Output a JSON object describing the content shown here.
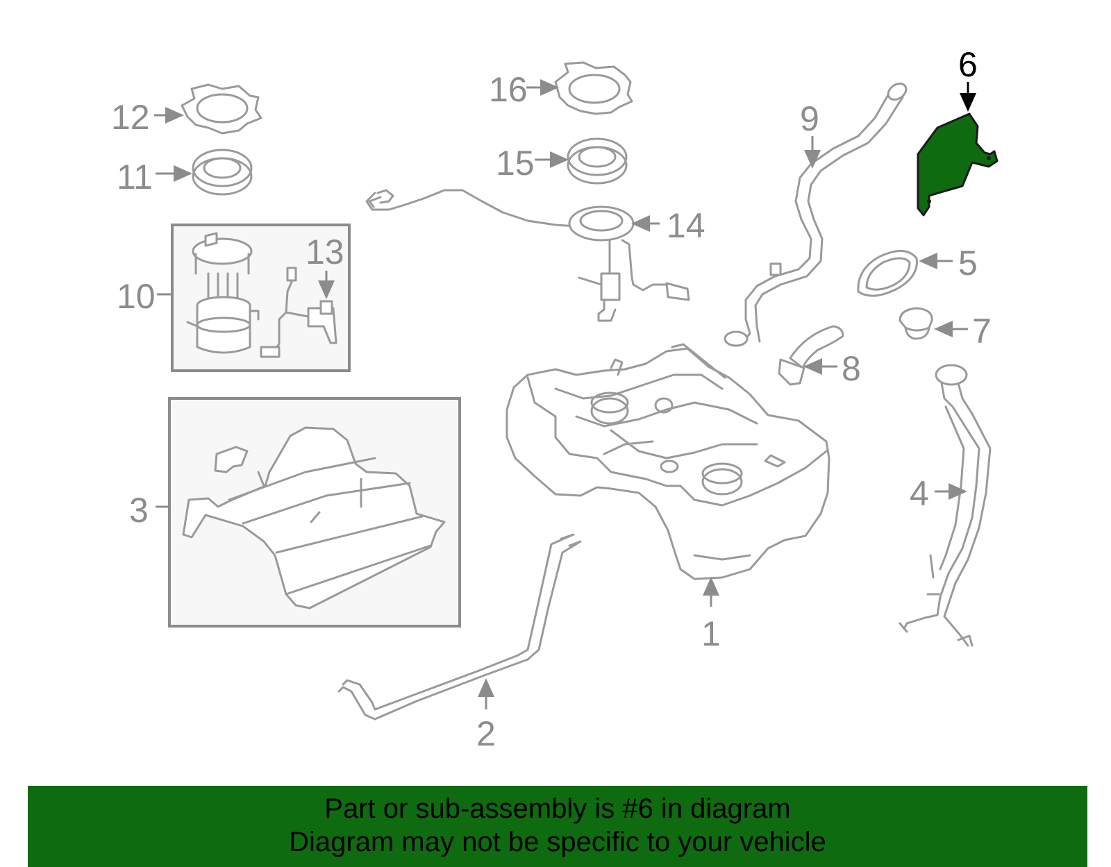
{
  "callouts": {
    "c1": "1",
    "c2": "2",
    "c3": "3",
    "c4": "4",
    "c5": "5",
    "c6": "6",
    "c7": "7",
    "c8": "8",
    "c9": "9",
    "c10": "10",
    "c11": "11",
    "c12": "12",
    "c13": "13",
    "c14": "14",
    "c15": "15",
    "c16": "16"
  },
  "highlight": {
    "part_number": "6",
    "color": "#0f6b0f"
  },
  "banner": {
    "line1": "Part or sub-assembly is #6 in diagram",
    "line2": "Diagram may not be specific to your vehicle",
    "background": "#0f6b0f"
  }
}
